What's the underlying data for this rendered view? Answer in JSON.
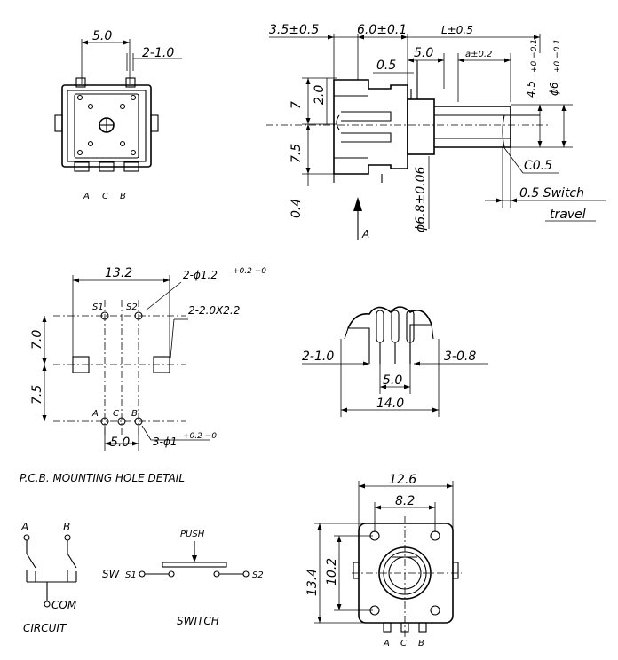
{
  "top_left": {
    "dim_pitch": "5.0",
    "dim_pin_width": "2-1.0",
    "pin_a": "A",
    "pin_c": "C",
    "pin_b": "B"
  },
  "side_view": {
    "dim_a": "3.5±0.5",
    "dim_b": "6.0±0.1",
    "dim_l": "L±0.5",
    "dim_5": "5.0",
    "dim_a02": "a±0.2",
    "dim_05": "0.5",
    "dim_45": "4.5",
    "dim_45_tol": "+0 −0.1",
    "dim_phi6": "ϕ6",
    "dim_phi6_tol": "+0 −0.1",
    "dim_7": "7",
    "dim_2": "2.0",
    "dim_75": "7.5",
    "dim_04": "0.4",
    "dim_phi68": "ϕ6.8±0.06",
    "chamfer": "C0.5",
    "switch_line1": "0.5 Switch",
    "switch_line2": "travel",
    "arrow_label": "A"
  },
  "pcb": {
    "dim_132": "13.2",
    "holes_s": "2-ϕ1.2",
    "holes_s_tol": "+0.2 −0",
    "slots": "2-2.0X2.2",
    "s1": "S1",
    "s2": "S2",
    "dim_70": "7.0",
    "dim_75": "7.5",
    "pin_a": "A",
    "pin_c": "C",
    "pin_b": "B",
    "dim_50": "5.0",
    "holes_abc": "3-ϕ1",
    "holes_abc_tol": "+0.2 −0",
    "title": "P.C.B. MOUNTING HOLE DETAIL"
  },
  "front_pins": {
    "dim_left": "2-1.0",
    "dim_right": "3-0.8",
    "dim_50": "5.0",
    "dim_140": "14.0"
  },
  "circuit": {
    "a": "A",
    "b": "B",
    "com": "COM",
    "title": "CIRCUIT"
  },
  "switch": {
    "push": "PUSH",
    "sw": "SW",
    "s1": "S1",
    "s2": "S2",
    "title": "SWITCH"
  },
  "bottom_view": {
    "dim_126": "12.6",
    "dim_82": "8.2",
    "dim_134": "13.4",
    "dim_102": "10.2",
    "pin_a": "A",
    "pin_c": "C",
    "pin_b": "B"
  }
}
